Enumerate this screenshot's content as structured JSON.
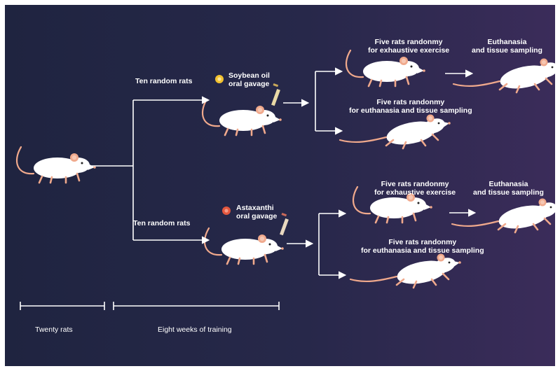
{
  "labels": {
    "ten_random_top": "Ten random rats",
    "ten_random_bottom": "Ten random rats",
    "soybean_line1": "Soybean oil",
    "soybean_line2": "oral gavage",
    "astax_line1": "Astaxanthi",
    "astax_line2": "oral gavage",
    "top_exercise_line1": "Five rats randonmy",
    "top_exercise_line2": "for exhaustive exercise",
    "top_euth_line1": "Euthanasia",
    "top_euth_line2": "and tissue sampling",
    "top_direct_line1": "Five rats randonmy",
    "top_direct_line2": "for euthanasia and tissue sampling",
    "bot_exercise_line1": "Five rats randonmy",
    "bot_exercise_line2": "for exhaustive exercise",
    "bot_euth_line1": "Euthanasia",
    "bot_euth_line2": "and tissue sampling",
    "bot_direct_line1": "Five rats randonmy",
    "bot_direct_line2": "for euthanasia and tissue sampling",
    "twenty_rats": "Twenty rats",
    "eight_weeks": "Eight weeks of training"
  },
  "colors": {
    "rat_body": "#ffffff",
    "rat_tail": "#f0a98c",
    "soybean_icon": "#f2c230",
    "astax_icon": "#e3573e",
    "arrow": "#ffffff"
  }
}
